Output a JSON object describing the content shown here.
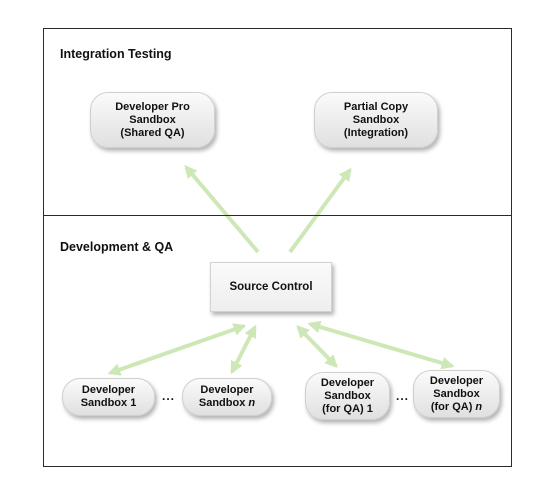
{
  "sections": {
    "integration": {
      "title": "Integration Testing"
    },
    "development": {
      "title": "Development & QA"
    }
  },
  "nodes": {
    "developer_pro": {
      "lines": [
        "Developer Pro",
        "Sandbox",
        "(Shared QA)"
      ]
    },
    "partial_copy": {
      "lines": [
        "Partial Copy",
        "Sandbox",
        "(Integration)"
      ]
    },
    "source_control": {
      "label": "Source Control"
    },
    "dev_sandbox_1": {
      "lines": [
        "Developer",
        "Sandbox 1"
      ]
    },
    "dev_sandbox_n": {
      "lines": [
        "Developer",
        "Sandbox "
      ],
      "suffix": "n"
    },
    "qa_sandbox_1": {
      "lines": [
        "Developer",
        "Sandbox",
        "(for QA) 1"
      ]
    },
    "qa_sandbox_n": {
      "lines": [
        "Developer",
        "Sandbox",
        "(for QA) "
      ],
      "suffix": "n"
    }
  },
  "ellipses": {
    "left": "...",
    "right": "..."
  },
  "colors": {
    "arrow": "#cde8b6",
    "border": "#2b2b2b"
  }
}
